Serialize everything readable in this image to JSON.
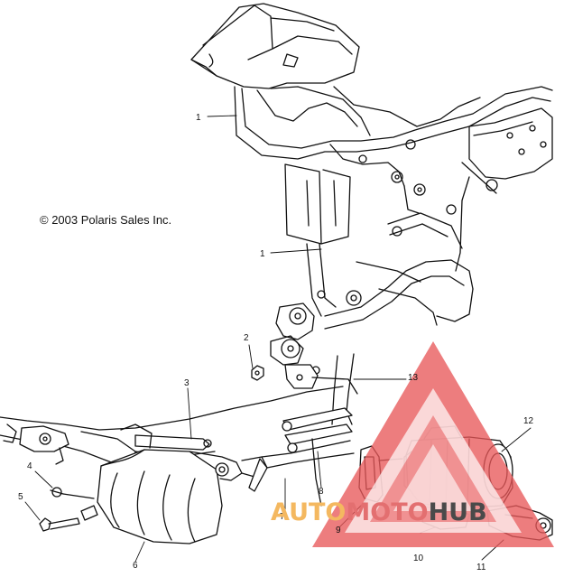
{
  "copyright": "© 2003 Polaris Sales Inc.",
  "callouts": [
    {
      "id": "c1a",
      "text": "1"
    },
    {
      "id": "c1b",
      "text": "1"
    },
    {
      "id": "c2",
      "text": "2"
    },
    {
      "id": "c3",
      "text": "3"
    },
    {
      "id": "c4",
      "text": "4"
    },
    {
      "id": "c5",
      "text": "5"
    },
    {
      "id": "c6",
      "text": "6"
    },
    {
      "id": "c7",
      "text": "7"
    },
    {
      "id": "c8",
      "text": "8"
    },
    {
      "id": "c9",
      "text": "9"
    },
    {
      "id": "c10",
      "text": "10"
    },
    {
      "id": "c11",
      "text": "11"
    },
    {
      "id": "c12",
      "text": "12"
    },
    {
      "id": "c13",
      "text": "13"
    }
  ],
  "watermark": {
    "part1": "AUTO",
    "part2": "MOTO",
    "part3": "HUB",
    "colors": {
      "part1": "#f4b860",
      "part2": "#e36f70",
      "part3": "#4a4a4a",
      "logo": "#e8585a"
    }
  }
}
